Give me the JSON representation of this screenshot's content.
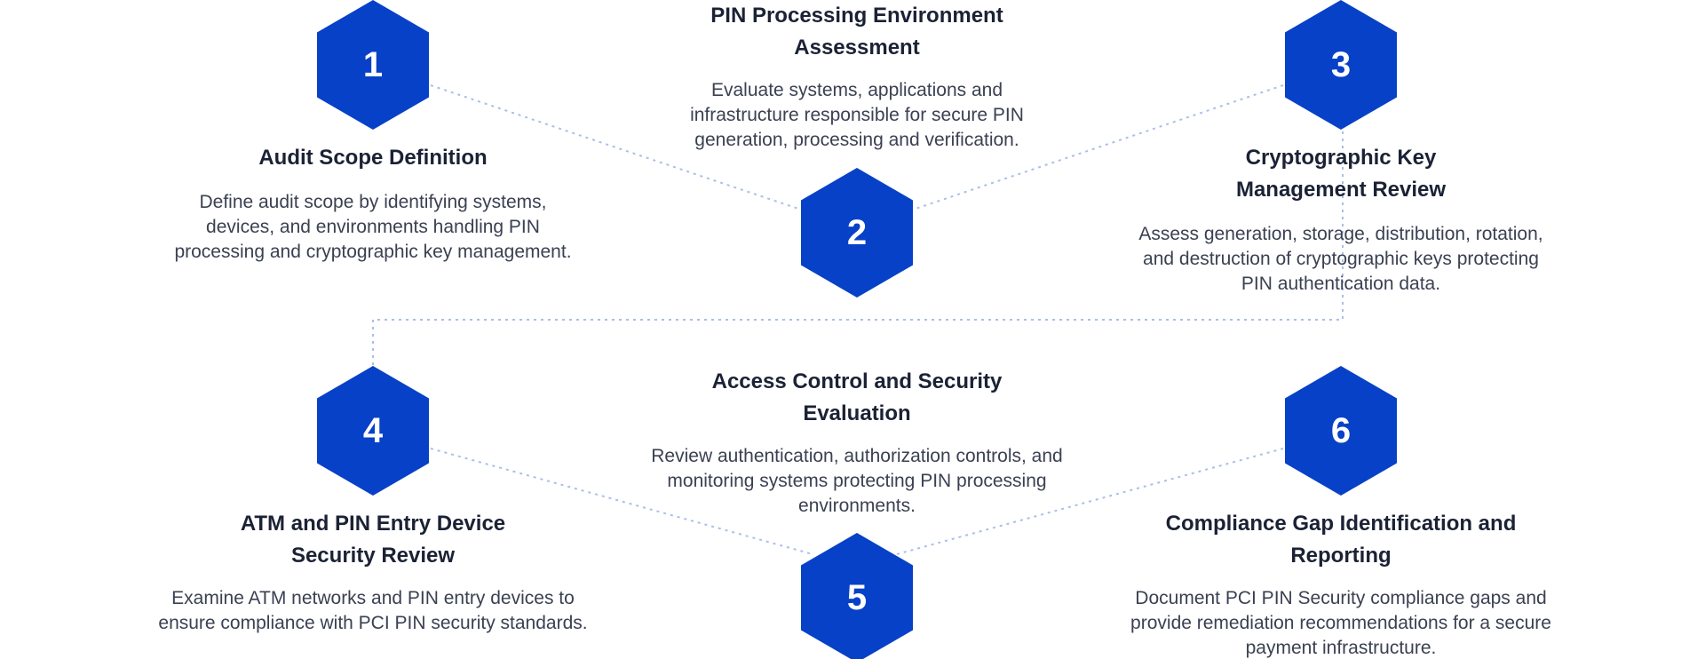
{
  "colors": {
    "hexagon": "#0741c7",
    "number_text": "#ffffff",
    "title_text": "#1b2235",
    "body_text": "#3b4152",
    "connector": "#a9bfe8"
  },
  "steps": [
    {
      "number": "1",
      "title": "Audit Scope Definition",
      "description": "Define audit scope by identifying systems, devices, and environments handling PIN processing and cryptographic key management."
    },
    {
      "number": "2",
      "title": "PIN Processing Environment Assessment",
      "description": "Evaluate systems, applications and infrastructure responsible for secure PIN generation, processing and verification."
    },
    {
      "number": "3",
      "title": "Cryptographic Key Management Review",
      "description": "Assess generation, storage, distribution, rotation, and destruction of cryptographic keys protecting PIN authentication data."
    },
    {
      "number": "4",
      "title": "ATM and PIN Entry Device Security Review",
      "description": "Examine ATM networks and PIN entry devices to ensure compliance with PCI PIN security standards."
    },
    {
      "number": "5",
      "title": "Access Control and Security Evaluation",
      "description": "Review authentication, authorization controls, and monitoring systems protecting PIN processing environments."
    },
    {
      "number": "6",
      "title": "Compliance Gap Identification and Reporting",
      "description": "Document PCI PIN Security compliance gaps and provide remediation recommendations for a secure payment infrastructure."
    }
  ]
}
